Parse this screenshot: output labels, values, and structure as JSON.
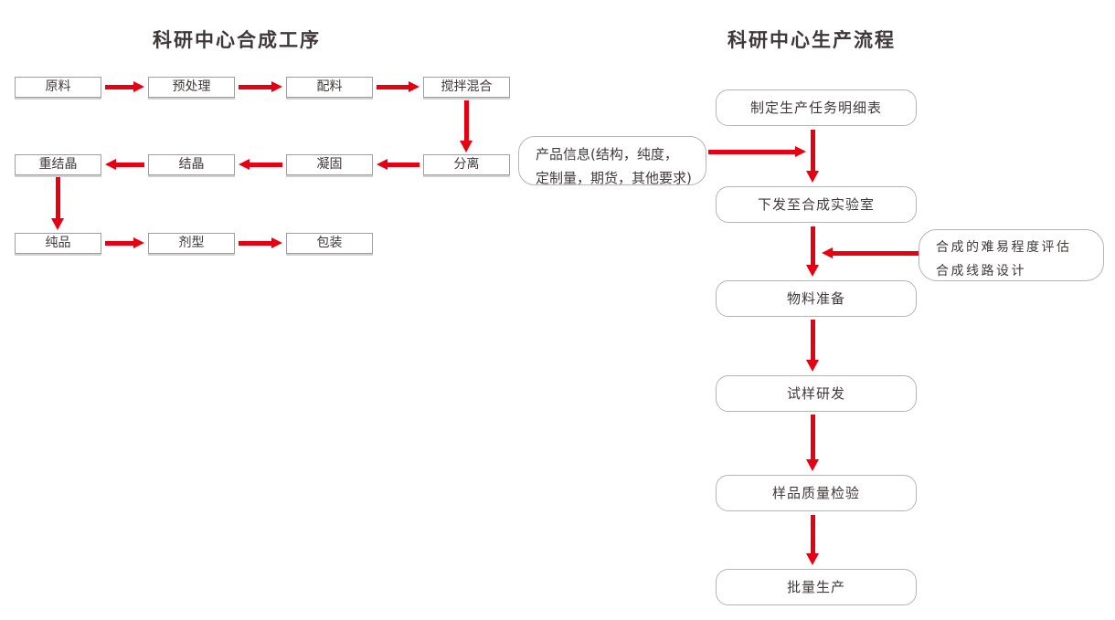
{
  "left_chart": {
    "title": "科研中心合成工序",
    "row1": [
      "原料",
      "预处理",
      "配料",
      "搅拌混合"
    ],
    "row2": [
      "重结晶",
      "结晶",
      "凝固",
      "分离"
    ],
    "row3": [
      "纯品",
      "剂型",
      "包装"
    ]
  },
  "right_chart": {
    "title": "科研中心生产流程",
    "steps": [
      "制定生产任务明细表",
      "下发至合成实验室",
      "物料准备",
      "试样研发",
      "样品质量检验",
      "批量生产"
    ],
    "product_info_note": {
      "line1": "产品信息(结构，纯度，",
      "line2": "定制量，期货，其他要求)"
    },
    "assessment_note": {
      "line1": "合成的难易程度评估",
      "line2": "合成线路设计"
    }
  },
  "colors": {
    "arrow": "#e60012",
    "box_border": "#9f9f9f",
    "rounded_border": "#b5b5b5",
    "text": "#3f3a39",
    "title": "#3e3938",
    "background": "#ffffff"
  }
}
